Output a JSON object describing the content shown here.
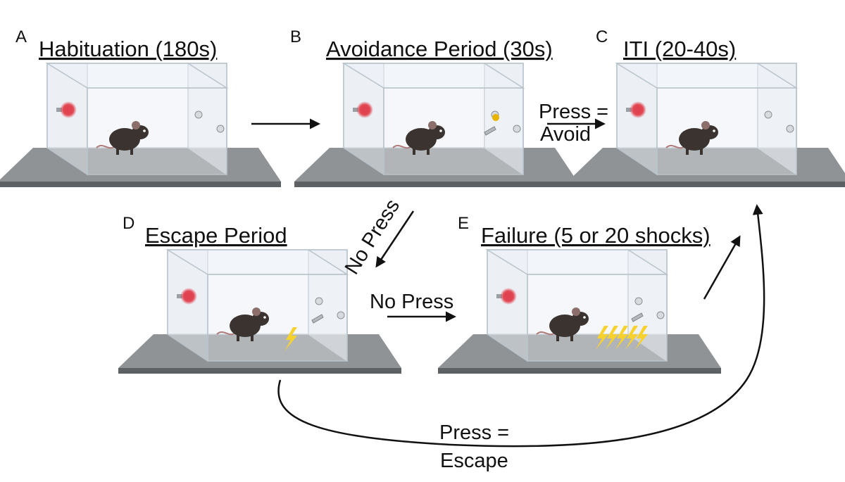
{
  "panels": [
    {
      "letter": "A",
      "title": "Habituation (180s)",
      "lever": false,
      "bolts": 0
    },
    {
      "letter": "B",
      "title": "Avoidance Period (30s)",
      "lever": true,
      "cue_light": true,
      "bolts": 0
    },
    {
      "letter": "C",
      "title": "ITI (20-40s)",
      "lever": false,
      "bolts": 0
    },
    {
      "letter": "D",
      "title": "Escape Period ",
      "lever": true,
      "bolts": 1
    },
    {
      "letter": "E",
      "title": "Failure (5 or 20 shocks)",
      "lever": true,
      "bolts": 5
    }
  ],
  "transitions": {
    "b_to_c": {
      "line1": "Press =",
      "line2": "Avoid"
    },
    "b_to_d": "No Press",
    "d_to_e": "No Press",
    "d_to_c": {
      "line1": "Press =",
      "line2": "Escape"
    }
  },
  "colors": {
    "floor": "#8f9396",
    "floor_edge": "#5d6164",
    "glass": "#eef3f7",
    "house_light": "#e0424f",
    "cue_light": "#e8b400",
    "shock_bolt": "#f7d22e",
    "mouse": "#3a3330"
  },
  "icons": [
    "chamber",
    "house-light-icon",
    "mouse-icon",
    "lever-icon",
    "cue-light-icon",
    "shock-bolt-icon"
  ]
}
